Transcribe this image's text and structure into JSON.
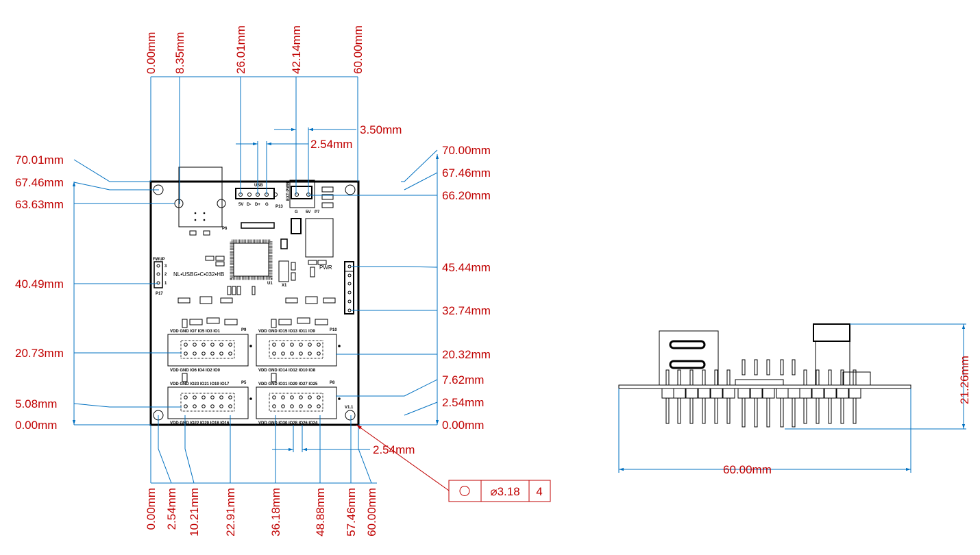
{
  "colors": {
    "dimension_text": "#c00000",
    "dimension_line": "#0070c0",
    "outline": "#000000"
  },
  "top_view": {
    "top_dims": [
      "0.00mm",
      "8.35mm",
      "26.01mm",
      "42.14mm",
      "60.00mm"
    ],
    "bottom_dims": [
      "0.00mm",
      "2.54mm",
      "10.21mm",
      "22.91mm",
      "36.18mm",
      "48.88mm",
      "57.46mm",
      "60.00mm"
    ],
    "left_dims": [
      "70.01mm",
      "67.46mm",
      "63.63mm",
      "40.49mm",
      "20.73mm",
      "5.08mm",
      "0.00mm"
    ],
    "right_dims": [
      "70.00mm",
      "67.46mm",
      "66.20mm",
      "45.44mm",
      "32.74mm",
      "20.32mm",
      "7.62mm",
      "2.54mm",
      "0.00mm"
    ],
    "pitch_dims": {
      "ext_pwr_pitch": "3.50mm",
      "usb_pitch": "2.54mm",
      "bottom_pitch": "2.54mm"
    },
    "hole_callout": {
      "symbol": "position-circle-icon",
      "diameter": "⌀3.18",
      "count": "4"
    },
    "silkscreen": {
      "board_name": "NL•USBG•C•032•HB",
      "version": "V1.1",
      "usb_header": {
        "title": "USB",
        "pins": [
          "5V",
          "D-",
          "D+",
          "G"
        ],
        "ref": "P13"
      },
      "ext_pwr": {
        "title": "EXT-PWR",
        "pins": [
          "G",
          "5V"
        ],
        "ref": "P7"
      },
      "usb_conn_ref": "P6",
      "fwup": {
        "title": "FWUP",
        "pins": [
          "3",
          "2",
          "1"
        ],
        "ref": "P17"
      },
      "mcu_ref": "U1",
      "crystal_ref": "X1",
      "pwr_led": "PWR",
      "p9": {
        "ref": "P9",
        "top": "VDD GND IO7 IO5 IO3 IO1",
        "bottom": "VDD GND IO6 IO4 IO2 IO0"
      },
      "p10": {
        "ref": "P10",
        "top": "VDD GND IO15 IO13 IO11 IO9",
        "bottom": "VDD GND IO14 IO12 IO10 IO8"
      },
      "p5": {
        "ref": "P5",
        "top": "VDD GND IO23 IO21 IO19 IO17",
        "bottom": "VDD GND IO22 IO20 IO18 IO16"
      },
      "p8": {
        "ref": "P8",
        "top": "VDD GND IO31 IO29 IO27 IO25",
        "bottom": "VDD GND IO30 IO28 IO26 IO24"
      }
    }
  },
  "side_view": {
    "width_dim": "60.00mm",
    "height_dim": "21.26mm"
  }
}
